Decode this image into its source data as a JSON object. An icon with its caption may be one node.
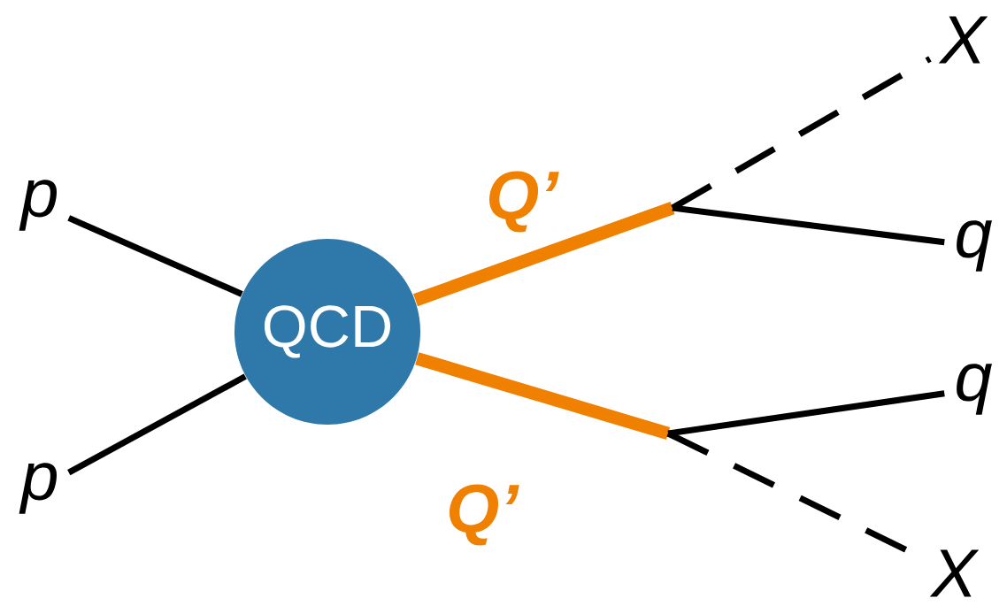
{
  "diagram": {
    "nodes": [
      {
        "text": [
          "p"
        ]
      },
      {
        "text": [
          "p"
        ]
      },
      {
        "text": [
          "QCD"
        ]
      },
      {
        "text": [],
        "shape": "point"
      },
      {
        "text": [],
        "shape": "point"
      },
      {
        "text": [
          "X"
        ]
      },
      {
        "text": [
          "q"
        ]
      },
      {
        "text": [
          "q"
        ]
      },
      {
        "text": [
          "X"
        ]
      }
    ],
    "edges": [
      {
        "from": 0,
        "to": 2,
        "arrow": "none"
      },
      {
        "from": 1,
        "to": 2,
        "arrow": "none"
      },
      {
        "from": 2,
        "to": 3,
        "arrow": "none",
        "label": "Q’",
        "style": "thick",
        "color": "#f08000"
      },
      {
        "from": 2,
        "to": 4,
        "arrow": "none",
        "label": "Q’",
        "style": "thick",
        "color": "#f08000"
      },
      {
        "from": 3,
        "to": 5,
        "arrow": "none",
        "style": "dashed"
      },
      {
        "from": 3,
        "to": 6,
        "arrow": "none"
      },
      {
        "from": 4,
        "to": 7,
        "arrow": "none"
      },
      {
        "from": 4,
        "to": 8,
        "arrow": "none",
        "style": "dashed"
      }
    ]
  }
}
